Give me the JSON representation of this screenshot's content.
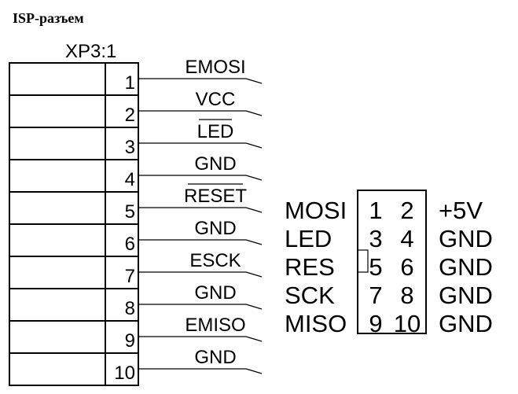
{
  "title": "ISP-разъем",
  "connector_ref": "XP3:1",
  "pins": [
    {
      "num": "1",
      "signal": "EMOSI",
      "overbar": false
    },
    {
      "num": "2",
      "signal": "VCC",
      "overbar": false
    },
    {
      "num": "3",
      "signal": "LED",
      "overbar": true
    },
    {
      "num": "4",
      "signal": "GND",
      "overbar": false
    },
    {
      "num": "5",
      "signal": "RESET",
      "overbar": true
    },
    {
      "num": "6",
      "signal": "GND",
      "overbar": false
    },
    {
      "num": "7",
      "signal": "ESCK",
      "overbar": false
    },
    {
      "num": "8",
      "signal": "GND",
      "overbar": false
    },
    {
      "num": "9",
      "signal": "EMISO",
      "overbar": false
    },
    {
      "num": "10",
      "signal": "GND",
      "overbar": false
    }
  ],
  "header": {
    "rows": [
      {
        "left": "MOSI",
        "odd": "1",
        "even": "2",
        "right": "+5V"
      },
      {
        "left": "LED",
        "odd": "3",
        "even": "4",
        "right": "GND"
      },
      {
        "left": "RES",
        "odd": "5",
        "even": "6",
        "right": "GND"
      },
      {
        "left": "SCK",
        "odd": "7",
        "even": "8",
        "right": "GND"
      },
      {
        "left": "MISO",
        "odd": "9",
        "even": "10",
        "right": "GND"
      }
    ]
  }
}
